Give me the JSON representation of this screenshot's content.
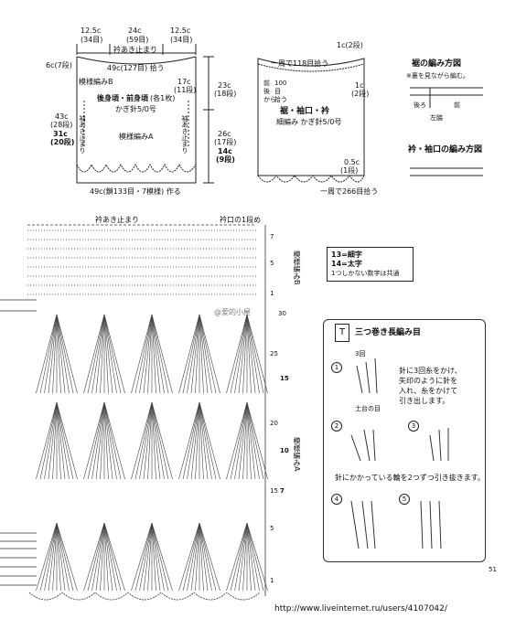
{
  "top_left": {
    "dims_top": [
      "12.5c",
      "(34目)",
      "24c",
      "(59目)",
      "12.5c",
      "(34目)"
    ],
    "neck_open": "衿あき止まり",
    "left_side": [
      "6c(7段)"
    ],
    "pickup_neck": "49c(127目) 拾う",
    "pattern_b": "模様編みB",
    "right_side_top": [
      "17c",
      "(11段)"
    ],
    "title": "後身頃・前身頃",
    "title_count": "(各1枚)",
    "hook": "かぎ針5/0号",
    "left_mid": [
      "43c",
      "(28段)"
    ],
    "left_big": [
      "31c",
      "(20段)"
    ],
    "sleeve_stop_left": "袖あき止まり",
    "sleeve_stop_right": "袖あき止まり",
    "pattern_a": "模様編みA",
    "right_col": [
      "23c",
      "(18段)",
      "26c",
      "(17段)",
      "14c",
      "(9段)"
    ],
    "bottom_note": "49c(鎖133目・7模様) 作る"
  },
  "top_right": {
    "top_row": "1c(2段)",
    "pickup118": "一周で118目拾う",
    "pickup_side": [
      "前",
      "後",
      "から",
      "100",
      "目",
      "拾う"
    ],
    "right_1c": [
      "1c",
      "(2段)"
    ],
    "title": "裾・袖口・衿",
    "hook": "細編み かぎ針5/0号",
    "bottom_05": [
      "0.5c",
      "(1段)"
    ],
    "pickup266": "一周で266目拾う"
  },
  "hem_diagram": {
    "title": "裾の編み方図",
    "note": "※裏を見ながら編む。",
    "labels": [
      "後ろ",
      "前",
      "左脇"
    ]
  },
  "collar_diagram": {
    "title": "衿・袖口の編み方図"
  },
  "chart": {
    "neck_label": "衿あき止まり",
    "collar_label": "衿口の1段め",
    "pattern_b": "模様編みB",
    "pattern_a": "模様編みA",
    "row_numbers": [
      "7",
      "5",
      "1",
      "30",
      "25",
      "15",
      "20",
      "10",
      "15",
      "7",
      "5",
      "1"
    ],
    "watermark": "@爱的小屋"
  },
  "legend": {
    "line1": "13=細字",
    "line2": "14=太字",
    "line3": "1つしかない数字は共通"
  },
  "guide": {
    "title": "三つ巻き長編み目",
    "step1_tag": "3回",
    "step1_sub": "土台の目",
    "step1_text": [
      "針に3回糸をかけ、",
      "矢印のように針を",
      "入れ、糸をかけて",
      "引き出します。"
    ],
    "step_mid": "針にかかっている輪を2つずつ引き抜きます。",
    "steps": [
      "1",
      "2",
      "3",
      "4",
      "5"
    ]
  },
  "footer": {
    "url": "http://www.liveinternet.ru/users/4107042/",
    "page": "51"
  }
}
